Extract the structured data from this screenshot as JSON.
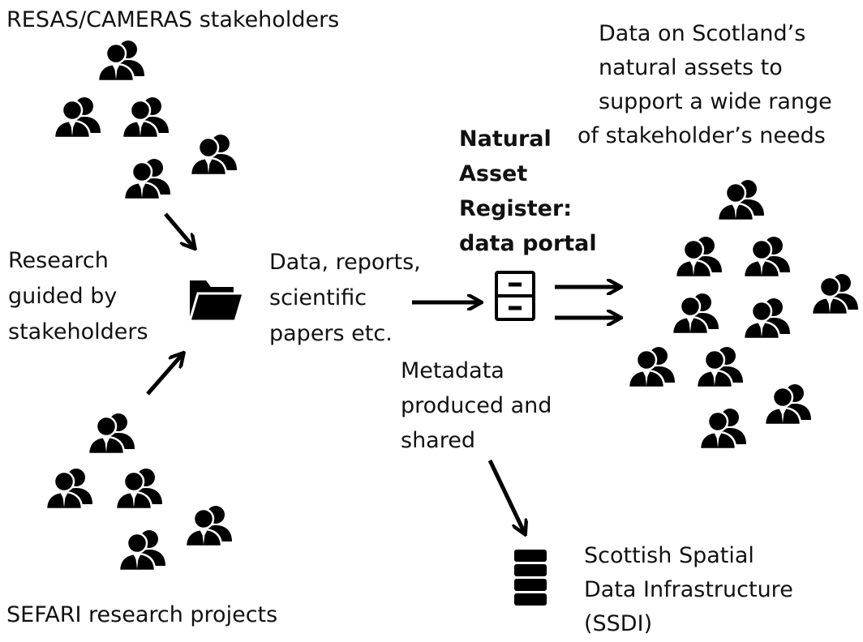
{
  "labels": {
    "top_group": "RESAS/CAMERAS stakeholders",
    "bottom_group": "SEFARI research projects",
    "research": [
      "Research",
      "guided by",
      "stakeholders"
    ],
    "outputs": [
      "Data, reports,",
      "scientific",
      "papers etc."
    ],
    "portal": [
      "Natural",
      "Asset",
      "Register:",
      "data portal"
    ],
    "scotland_data": [
      "Data on Scotland’s",
      "natural assets to",
      "support a wide range",
      "of stakeholder’s needs"
    ],
    "metadata": [
      "Metadata",
      "produced and",
      "shared"
    ],
    "ssdi": [
      "Scottish Spatial",
      "Data Infrastructure",
      "(SSDI)"
    ]
  },
  "icons": {
    "people": "people-group-icon",
    "folder": "folder-icon",
    "cabinet": "filing-cabinet-icon",
    "database": "database-server-icon",
    "arrow": "arrow-icon"
  },
  "colors": {
    "ink": "#000000",
    "text": "#111111",
    "background": "#ffffff"
  }
}
